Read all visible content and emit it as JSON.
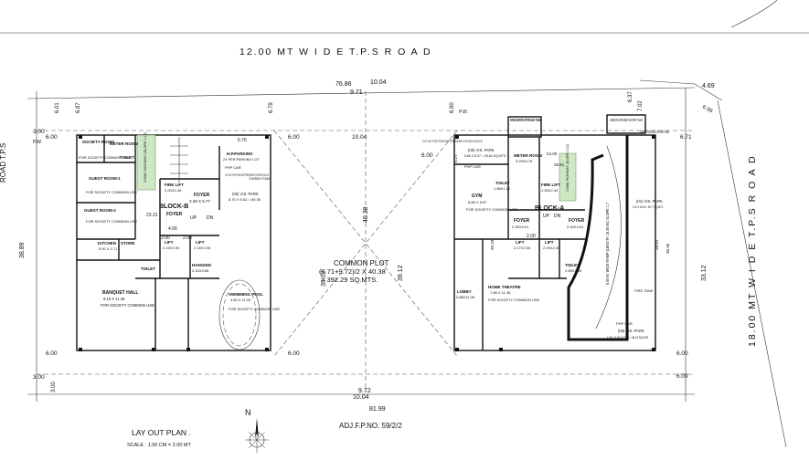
{
  "road_top": {
    "name": "12.00 MT  W I D E  T.P.S  R O A D",
    "width_label": "12.00 MT"
  },
  "road_right": {
    "name": "18.00 MT  W I D E  T.P.S  R O A D"
  },
  "road_left_partial": "ROAD T.P.S",
  "plot_dims": {
    "top_total": "76.86",
    "top_a": "9.71",
    "top_b": "10.04",
    "bottom_total": "81.99",
    "bottom_a": "9.72",
    "bottom_b": "10.04",
    "left_total": "38.89",
    "right_total": "33.12",
    "corner_right": "4.69",
    "corner_right_b": "6.99",
    "diag_1": "39.07",
    "diag_2": "39.12",
    "diag_3": "40.38",
    "margin_600_a": "6.00",
    "margin_600_b": "6.00",
    "margin_600_c": "6.00",
    "margin_600_d": "6.00",
    "margin_300_a": "3.00",
    "margin_300_b": "3.00",
    "margin_300_c": "3.00",
    "r_671": "6.71",
    "r_609": "6.09",
    "r_600": "6.00",
    "top_687": "6.87",
    "top_601": "6.01",
    "top_679": "6.79",
    "top_690": "6.90",
    "top_637": "6.37",
    "top_702": "7.02",
    "bot_600_a": "6.00",
    "bot_600_b": "6.00"
  },
  "common_plot": {
    "line1": "COMMON PLOT",
    "line2": "(9.71+9.72)/2 X 40.38",
    "line3": "= 392.29 SQ.MTS."
  },
  "block_b": {
    "name": "BLOCK-B",
    "society_room": "SOCIETY ROOM",
    "society_room_sub": "FOR SOCIETY COMMON USE",
    "meter_room": "METER ROOM",
    "toilet": "TOILET",
    "guest1": "GUEST ROOM-1",
    "guest1_sub": "FOR SOCIETY COMMON USE",
    "guest2": "GUEST ROOM-2",
    "guest2_sub": "FOR SOCIETY COMMON USE",
    "ramp": "3.00M. PATHWAY (SLOPE 1:12)",
    "kitchen": "KITCHEN",
    "kitchen_dim": "5.00 X 2.71",
    "store": "STORE",
    "banquet": "BANQUET HALL",
    "banquet_dim": "9.15 X 11.35",
    "banquet_sub": "FOR SOCIETY COMMON USE",
    "fire_lift": "FIRE LIFT",
    "fire_lift_dim": "2.00X2.40",
    "foyer": "FOYER",
    "foyer_dim": "3.29 X 5.77",
    "foyer2": "FOYER",
    "lift": "LIFT",
    "lift_dim": "2.15X2.00",
    "lift2": "LIFT",
    "lift2_dim": "2.15X2.00",
    "up": "UP",
    "dn": "DN",
    "hanging": "HANGING",
    "hanging_dim": "2.32X3.65",
    "hp_parking": "H.P.PARKING",
    "hp_parking_sub": "2X PER PARKING LOT",
    "cutout": "CUT OUT FOR POSSITIVE PRESSURE SYSTEM 0.91X0.91",
    "php": "PHP CAR",
    "vis_park": "(06) VIS. PARK",
    "vis_park_dim": "8.70 X 5.62 = 65.30",
    "turbo": "TURBO FAN",
    "swim": "SWIMMING POOL",
    "swim_dim": "4.50 X 11.00",
    "swim_sub": "FOR SOCIETY COMMON USE",
    "d_2331": "23.31",
    "d_456": "4.56",
    "d_200a": "2.00",
    "d_200b": "2.00",
    "d_676": "6.76",
    "pw": "P.W.",
    "toilet2": "TOILET"
  },
  "block_a": {
    "name": "BLOCK-A",
    "rain": "RAIN WATER STORAGE TANK",
    "ug_tank": "UNDER GROUND WATER TANK",
    "ug_tank2": "UNDER GROUND WATER TANK",
    "cutout": "CUT OUT FOR POSSITIVE PRESSURE SYSTEM 0.91X0.91",
    "vis_park": "(05) VIS. PARK",
    "vis_park_dim": "6.80 X 5.27 = 35.84 SQ.MTS.",
    "meter_room": "METER ROOM",
    "meter_dim": "3.29X6.75",
    "gym": "GYM",
    "gym_dim": "6.86 X 8.87",
    "gym_sub": "FOR SOCIETY COMMON USE",
    "toilet": "TOILET",
    "toilet_dim": "1.88X1.20",
    "ramp": "3.00M. PATHWAY (SLOPE 1:12)",
    "fire_lift": "FIRE LIFT",
    "fire_lift_dim": "2.00X2.40",
    "foyer": "FOYER",
    "foyer_dim": "2.32X4.01",
    "foyer2": "FOYER",
    "foyer2_dim": "2.30X4.01",
    "lift": "LIFT",
    "lift_dim": "2.17X2.00",
    "lift2": "LIFT",
    "lift2_dim": "2.09X2.00",
    "up": "UP",
    "dn": "DN",
    "lobby": "LOBBY",
    "lobby_dim": "2.88X11.35",
    "theatre": "HOME THEATRE",
    "theatre_dim": "7.88 X 11.35",
    "theatre_sub": "FOR SOCIETY COMMON USE",
    "toilet2": "TOILET",
    "toilet2_dim": "2.85X2.50",
    "ramp_big": "6.00 M. WIDE RAMP (LENGTH 18.45 M.) SLOPE 1:7",
    "vis_park2": "(01) VIS. PARK",
    "vis_park2_dim": "2.10 X 18.46 = 38.77 SQ.MTS.",
    "php": "PHP CAR",
    "vis_park3": "(06) VIS. PARK",
    "vis_park3_dim": "1.95 + 5.28 X 10.69 = 38.43 SQ.MTS.",
    "fire_tank": "FIRE TANK",
    "pw": "P.W.",
    "d_2400": "24.00",
    "d_3533": "35.33",
    "d_527": "5.27",
    "d_600": "6.00",
    "d_200": "2.00",
    "d_3892": "38.92",
    "d_2681": "26.81",
    "d_3646": "36.46"
  },
  "title": {
    "main": "LAY OUT PLAN .",
    "scale": "SCALE : 1.00 CM = 2.00 MT",
    "north": "N"
  },
  "fp": "ADJ.F.P.NO. 59/2/2"
}
